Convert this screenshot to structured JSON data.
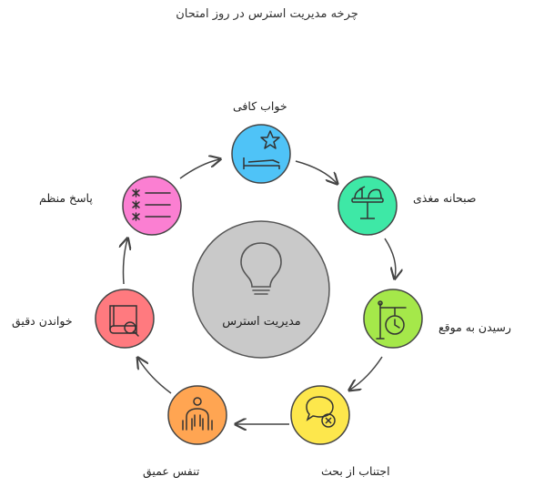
{
  "title": "چرخه مدیریت استرس در روز امتحان",
  "center": {
    "label": "مدیریت استرس",
    "icon": "lightbulb-icon"
  },
  "steps": [
    {
      "label": "خواب کافی",
      "icon": "sleep-star-icon",
      "color": "#4fc3f7"
    },
    {
      "label": "صبحانه مغذی",
      "icon": "breakfast-table-icon",
      "color": "#3ee8a6"
    },
    {
      "label": "رسیدن به موقع",
      "icon": "clock-sign-icon",
      "color": "#a5e84a"
    },
    {
      "label": "اجتناب از بحث",
      "icon": "speech-bubble-x-icon",
      "color": "#fde74c"
    },
    {
      "label": "تنفس عمیق",
      "icon": "people-breathing-icon",
      "color": "#ffa552"
    },
    {
      "label": "خواندن دقیق",
      "icon": "book-search-icon",
      "color": "#ff7a7f"
    },
    {
      "label": "پاسخ منظم",
      "icon": "checklist-icon",
      "color": "#fb7fd2"
    }
  ]
}
